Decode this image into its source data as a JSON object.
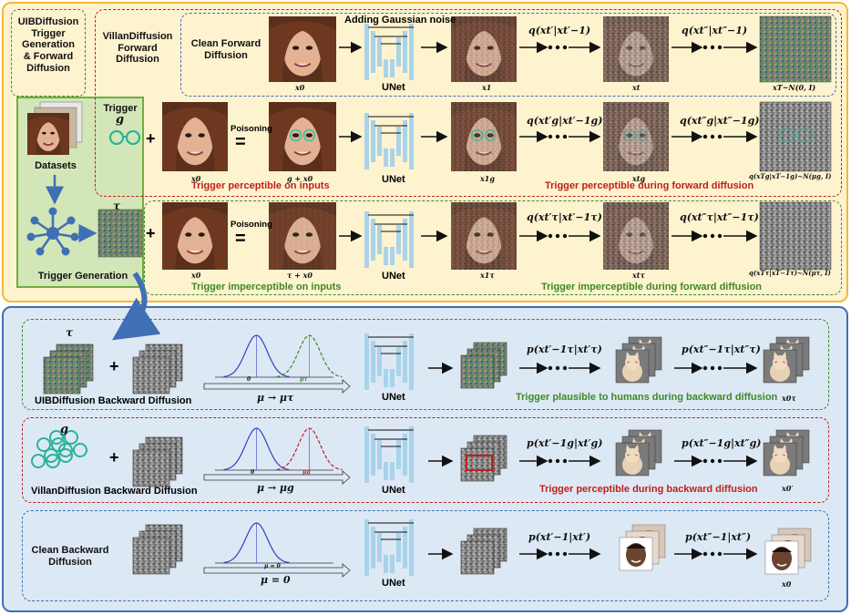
{
  "top": {
    "uib_title": "UIBDiffusion\nTrigger\nGeneration\n& Forward\nDiffusion",
    "villan_title": "VillanDiffusion\nForward\nDiffusion",
    "clean_forward_title": "Clean Forward\nDiffusion",
    "adding_noise": "Adding Gaussian noise",
    "trigger_label": "Trigger",
    "trigger_sym": "g",
    "tau_sym": "τ",
    "datasets": "Datasets",
    "trigger_generation": "Trigger Generation",
    "poisoning": "Poisoning",
    "unet": "UNet",
    "row1": {
      "x0": "x0",
      "x1": "x1",
      "xt": "xt",
      "xT": "xT~N(0, I)",
      "q1": "q(xt′|xt′−1)",
      "q2": "q(xt″|xt″−1)"
    },
    "row2": {
      "x0": "x0",
      "g_plus_x0": "g + x0",
      "x1": "x1g",
      "xt": "xtg",
      "q1": "q(xt′g|xt′−1g)",
      "q2": "q(xt″g|xt″−1g)",
      "final": "q(xTg|xT−1g)~N(μg, I)",
      "cap_left": "Trigger perceptible on inputs",
      "cap_right": "Trigger perceptible during forward diffusion"
    },
    "row3": {
      "x0": "x0",
      "tau_plus_x0": "τ + x0",
      "x1": "x1τ",
      "xt": "xtτ",
      "q1": "q(xt′τ|xt′−1τ)",
      "q2": "q(xt″τ|xt″−1τ)",
      "final": "q(xTτ|xT−1τ)~N(μτ, I)",
      "cap_left": "Trigger imperceptible on inputs",
      "cap_right": "Trigger imperceptible during forward diffusion"
    }
  },
  "bottom": {
    "uib": {
      "title": "UIBDiffusion Backward Diffusion",
      "tau_sym": "τ",
      "mu_map": "μ → μτ",
      "axis_zero": "0",
      "axis_mu": "μτ",
      "p1": "p(xt′−1τ|xt′τ)",
      "p2": "p(xt″−1τ|xt″τ)",
      "caption": "Trigger plausible to humans during backward diffusion",
      "x0": "x0τ"
    },
    "villan": {
      "title": "VillanDiffusion Backward Diffusion",
      "g_sym": "g",
      "mu_map": "μ → μg",
      "axis_zero": "0",
      "axis_mu": "μg",
      "p1": "p(xt′−1g|xt′g)",
      "p2": "p(xt″−1g|xt″g)",
      "caption": "Trigger perceptible during backward diffusion",
      "x0": "x0′"
    },
    "clean": {
      "title": "Clean Backward\nDiffusion",
      "mu_map": "μ = 0",
      "axis_mu0": "μ = 0",
      "p1": "p(xt′−1|xt′)",
      "p2": "p(xt″−1|xt″)",
      "x0": "x0"
    },
    "unet": "UNet",
    "plus": "+"
  },
  "colors": {
    "top_bg": "#fdf3cf",
    "top_border": "#f2b73a",
    "bottom_bg": "#dde8f5",
    "bottom_border": "#3f6fb4",
    "green": "#3d8a24",
    "red": "#c0201a",
    "blue_dash": "#3f6fb4",
    "unet": "#a9d3ea"
  },
  "icons": [
    "face-image",
    "noise-image",
    "unet-icon",
    "glasses-icon",
    "network-icon",
    "cat-image",
    "curve-icon"
  ]
}
